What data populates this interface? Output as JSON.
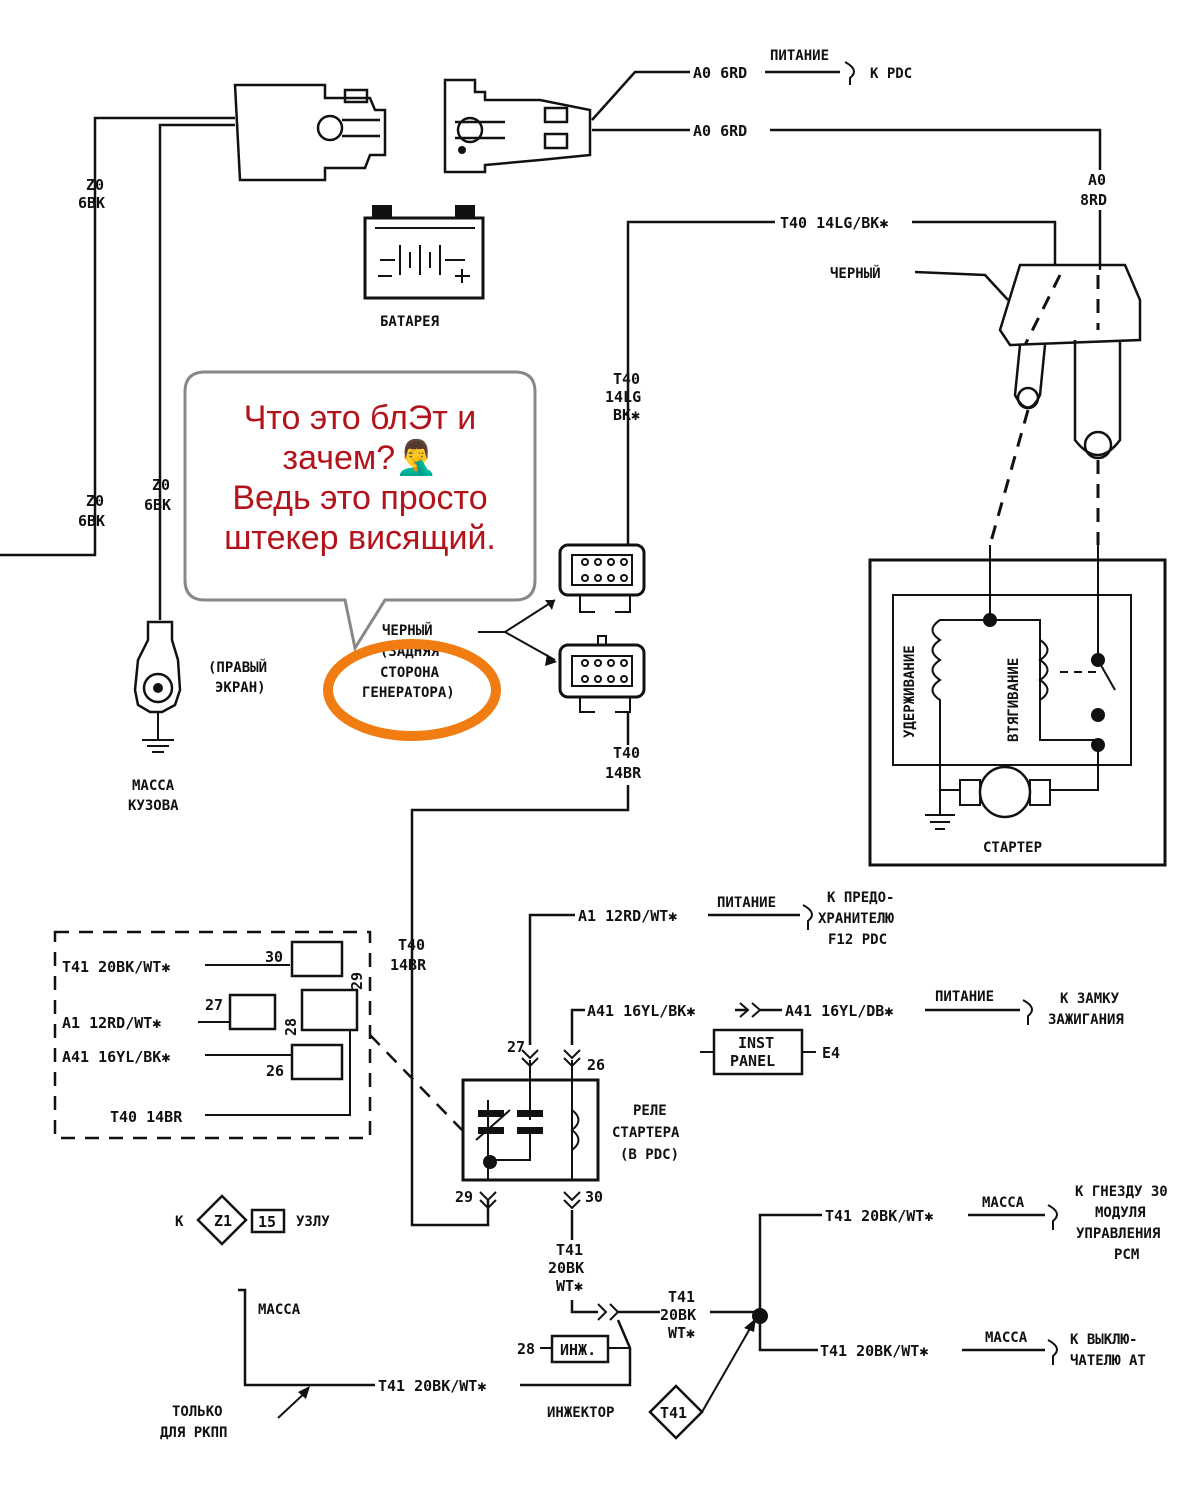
{
  "labels": {
    "pitanie_top": "ПИТАНИЕ",
    "k_pdc": "К PDC",
    "a0_6rd_1": "A0  6RD",
    "a0_6rd_2": "A0  6RD",
    "a0_top": "A0",
    "a0_bot": "8RD",
    "z0_left_1": "Z0",
    "z0_left_2": "6BK",
    "z0_left_b1": "Z0",
    "z0_left_b2": "6BK",
    "z0_mid_1": "Z0",
    "z0_mid_2": "6BK",
    "battery": "БАТАРЕЯ",
    "t40_14lg_bk": "T40  14LG/BK✱",
    "cherny_top": "ЧЕРНЫЙ",
    "t40_v1": "T40",
    "t40_v2": "14LG",
    "t40_v3": "BK✱",
    "praviy_1": "(ПРАВЫЙ",
    "praviy_2": "ЭКРАН)",
    "massa_kuzova_1": "МАССА",
    "massa_kuzova_2": "КУЗОВА",
    "cherny_gen_1": "ЧЕРНЫЙ",
    "cherny_gen_2": "(ЗАДНЯЯ",
    "cherny_gen_3": "СТОРОНА",
    "cherny_gen_4": "ГЕНЕРАТОРА)",
    "t40_14br_1": "T40",
    "t40_14br_2": "14BR",
    "uderzhivanie": "УДЕРЖИВАНИЕ",
    "vtyagivanie": "ВТЯГИВАНИЕ",
    "starter": "СТАРТЕР",
    "pitanie_mid": "ПИТАНИЕ",
    "k_predo_1": "К ПРЕДО-",
    "k_predo_2": "ХРАНИТЕЛЮ",
    "k_predo_3": "F12 PDC",
    "a1_12rd": "A1  12RD/WT✱",
    "box_t41": "T41  20BK/WT✱",
    "box_a1": "A1  12RD/WT✱",
    "box_a41": "A41  16YL/BK✱",
    "box_t40": "T40  14BR",
    "pin30": "30",
    "pin27": "27",
    "pin28": "28",
    "pin29": "29",
    "pin26": "26",
    "t40_14br_b1": "T40",
    "t40_14br_b2": "14BR",
    "a41_left": "A41  16YL/BK✱",
    "a41_right": "A41  16YL/DB✱",
    "pitanie_right": "ПИТАНИЕ",
    "k_zamku_1": "К ЗАМКУ",
    "k_zamku_2": "ЗАЖИГАНИЯ",
    "inst_1": "INST",
    "inst_2": "PANEL",
    "e4": "E4",
    "rele_1": "РЕЛЕ",
    "rele_2": "СТАРТЕРА",
    "rele_3": "(В PDC)",
    "k_left": "К",
    "z1": "Z1",
    "z15": "15",
    "uzlu": "УЗЛУ",
    "t41_v1": "T41",
    "t41_v2": "20BK",
    "t41_v3": "WT✱",
    "t41_m1": "T41",
    "t41_m2": "20BK",
    "t41_m3": "WT✱",
    "t41_right_top": "T41  20BK/WT✱",
    "massa_r1": "МАССА",
    "k_gnezdu_1": "К ГНЕЗДУ 30",
    "k_gnezdu_2": "МОДУЛЯ",
    "k_gnezdu_3": "УПРАВЛЕНИЯ",
    "k_gnezdu_4": "PCM",
    "t41_right_bot": "T41  20BK/WT✱",
    "massa_r2": "МАССА",
    "k_vyklyu_1": "К ВЫКЛЮ-",
    "k_vyklyu_2": "ЧАТЕЛЮ AT",
    "massa_left": "МАССА",
    "inzh_num": "28",
    "inzh": "ИНЖ.",
    "t41_bottom": "T41  20BK/WT✱",
    "tolko_1": "ТОЛЬКО",
    "tolko_2": "ДЛЯ РКПП",
    "inzhektor": "ИНЖЕКТОР",
    "t41_diamond": "T41"
  },
  "annotation": {
    "line1": "Что это блЭт и",
    "line2": "зачем?🤦‍♂️",
    "line3": "Ведь это просто",
    "line4": "штекер висящий.",
    "bubble_color": "#888888",
    "text_color": "#b3141b",
    "highlight_color": "#f07c12"
  }
}
